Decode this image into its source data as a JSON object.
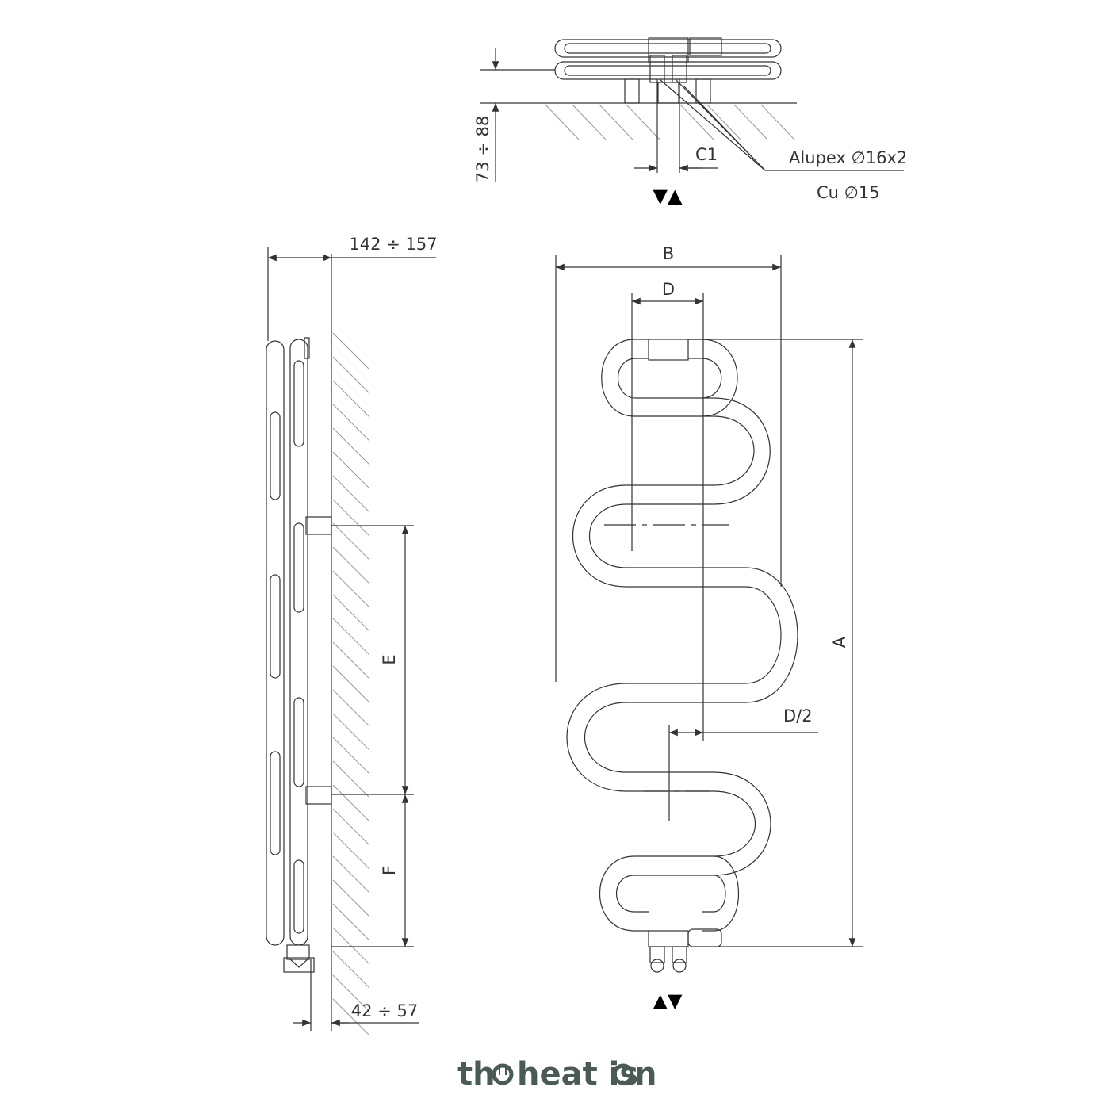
{
  "labels": {
    "top_depth": "73 ÷ 88",
    "c1": "C1",
    "alupex": "Alupex ∅16x2",
    "cu": "Cu ∅15",
    "flow_top": "▼▲",
    "side_depth_top": "142 ÷ 157",
    "side_depth_bottom": "42 ÷ 57",
    "e": "E",
    "f": "F",
    "b": "B",
    "d": "D",
    "a": "A",
    "d_half": "D/2",
    "flow_bottom": "▲▼"
  },
  "logo": {
    "text_1": "th",
    "text_2": "heat is",
    "text_3": "n"
  },
  "colors": {
    "line": "#333333",
    "hatch": "#999999",
    "logo": "#4a5a55"
  }
}
